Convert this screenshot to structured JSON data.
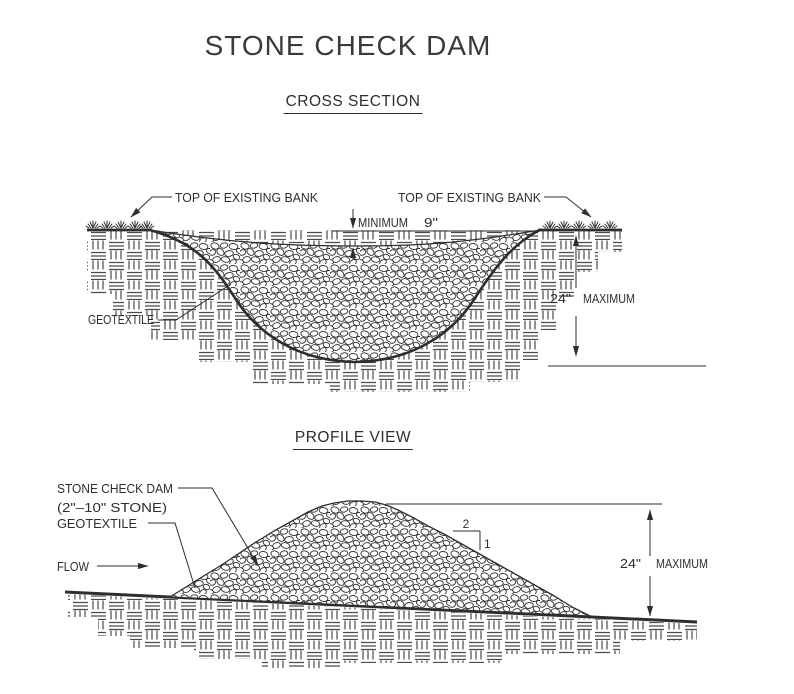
{
  "page": {
    "title": "STONE CHECK DAM"
  },
  "cross_section": {
    "heading": "CROSS SECTION",
    "labels": {
      "top_of_bank_left": "TOP OF EXISTING BANK",
      "top_of_bank_right": "TOP OF EXISTING BANK",
      "minimum_label": "MINIMUM",
      "minimum_value": "9\"",
      "geotextile": "GEOTEXTILE",
      "max_value": "24\"",
      "max_label": "MAXIMUM"
    }
  },
  "profile_view": {
    "heading": "PROFILE VIEW",
    "labels": {
      "dam_name": "STONE CHECK DAM",
      "dam_stone_size": "(2\"–10\" STONE)",
      "geotextile": "GEOTEXTILE",
      "flow": "FLOW",
      "slope_run": "2",
      "slope_rise": "1",
      "max_value": "24\"",
      "max_label": "MAXIMUM"
    }
  },
  "colors": {
    "ink": "#2e2e2e",
    "hatch_gray": "#4a4a4a",
    "background": "#ffffff"
  }
}
